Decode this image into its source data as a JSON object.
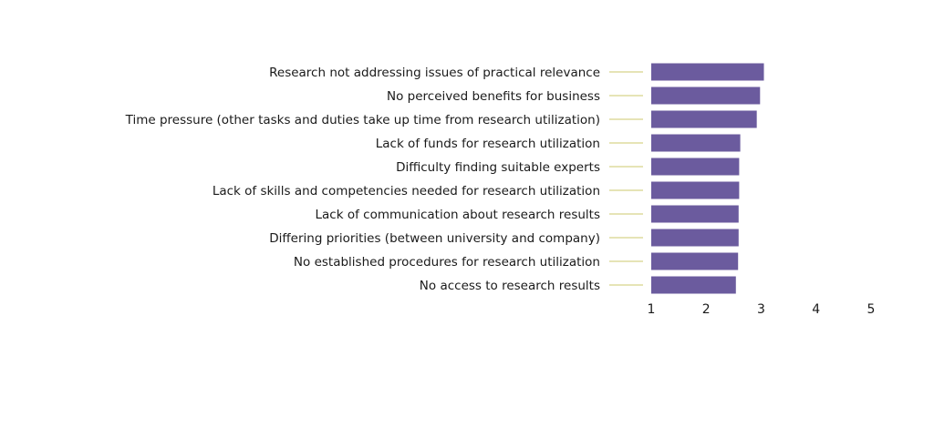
{
  "colors": {
    "bar": "#6b5b9e",
    "leader_line": "#d6d48a",
    "text": "#1a1a1a",
    "background": "#ffffff"
  },
  "chart_data": {
    "type": "bar",
    "orientation": "horizontal",
    "categories": [
      "Research not addressing issues of practical relevance",
      "No perceived benefits for business",
      "Time pressure (other tasks and duties take up time from research utilization)",
      "Lack of funds for research utilization",
      "Difficulty finding suitable experts",
      "Lack of skills and competencies needed for research utilization",
      "Lack of communication about research results",
      "Differing priorities (between university and company)",
      "No established procedures for research utilization",
      "No access to research results"
    ],
    "values": [
      3.05,
      2.98,
      2.92,
      2.62,
      2.6,
      2.6,
      2.59,
      2.59,
      2.58,
      2.54
    ],
    "xlim": [
      1,
      5
    ],
    "xticks": [
      "1",
      "2",
      "3",
      "4",
      "5"
    ],
    "title": "",
    "xlabel": "",
    "ylabel": "",
    "grid": false,
    "legend": "none"
  }
}
